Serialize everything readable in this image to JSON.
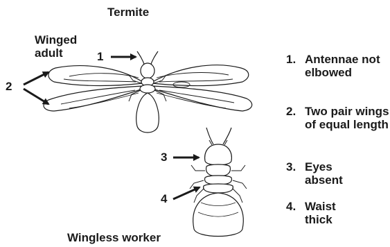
{
  "title": "Termite",
  "winged_label": "Winged adult",
  "wingless_label": "Wingless worker",
  "pointer_numbers": [
    "1",
    "2",
    "3",
    "4"
  ],
  "legend": [
    {
      "number": "1.",
      "text": "Antennae not elbowed"
    },
    {
      "number": "2.",
      "text": "Two pair wings of equal length"
    },
    {
      "number": "3.",
      "text": "Eyes absent"
    },
    {
      "number": "4.",
      "text": "Waist thick"
    }
  ],
  "colors": {
    "ink": "#1a1a1a",
    "background": "#ffffff"
  }
}
